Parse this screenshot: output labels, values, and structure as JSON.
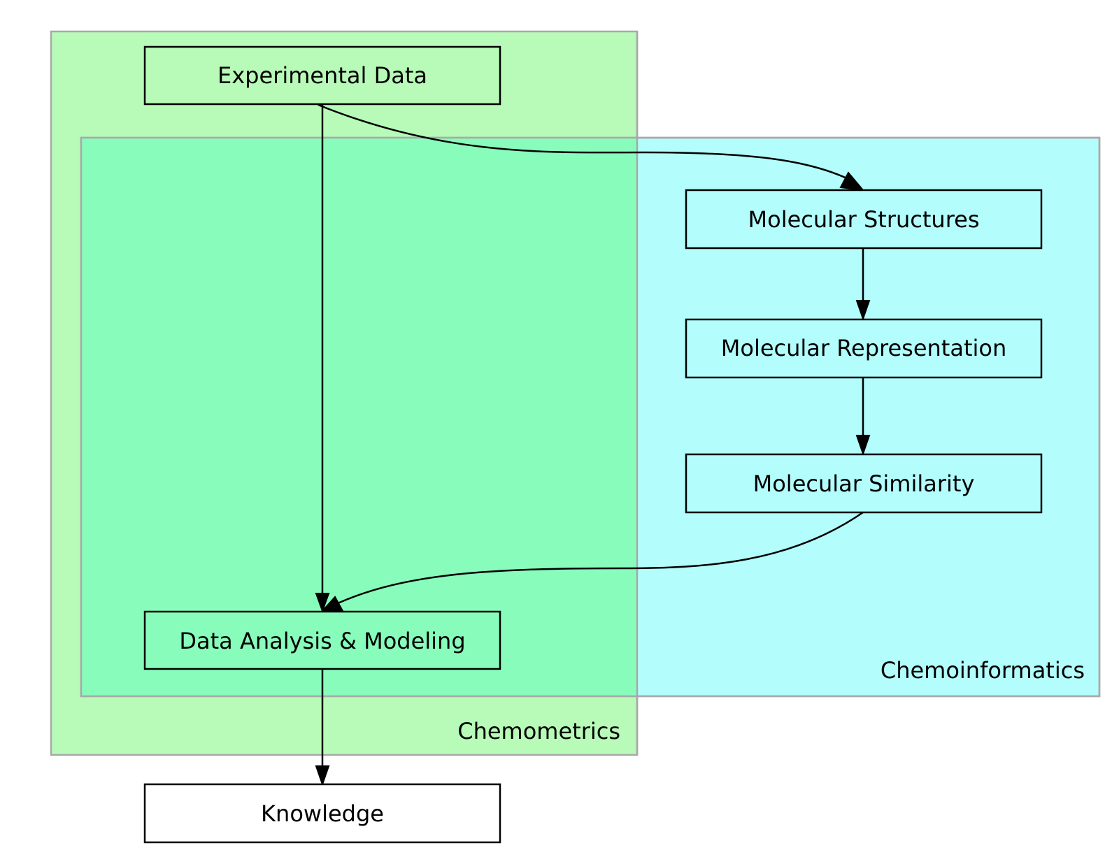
{
  "clusters": {
    "chemometrics": {
      "label": "Chemometrics",
      "color": "#b8fbb8"
    },
    "chemoinformatics": {
      "label": "Chemoinformatics",
      "color": "#b3fdfd"
    },
    "overlap_color": "#88fdbb"
  },
  "nodes": {
    "experimental_data": {
      "label": "Experimental Data"
    },
    "molecular_structures": {
      "label": "Molecular Structures"
    },
    "molecular_representation": {
      "label": "Molecular Representation"
    },
    "molecular_similarity": {
      "label": "Molecular Similarity"
    },
    "data_analysis": {
      "label": "Data Analysis & Modeling"
    },
    "knowledge": {
      "label": "Knowledge"
    }
  },
  "edges": [
    {
      "from": "Experimental Data",
      "to": "Molecular Structures"
    },
    {
      "from": "Experimental Data",
      "to": "Data Analysis & Modeling"
    },
    {
      "from": "Molecular Structures",
      "to": "Molecular Representation"
    },
    {
      "from": "Molecular Representation",
      "to": "Molecular Similarity"
    },
    {
      "from": "Molecular Similarity",
      "to": "Data Analysis & Modeling"
    },
    {
      "from": "Data Analysis & Modeling",
      "to": "Knowledge"
    }
  ]
}
